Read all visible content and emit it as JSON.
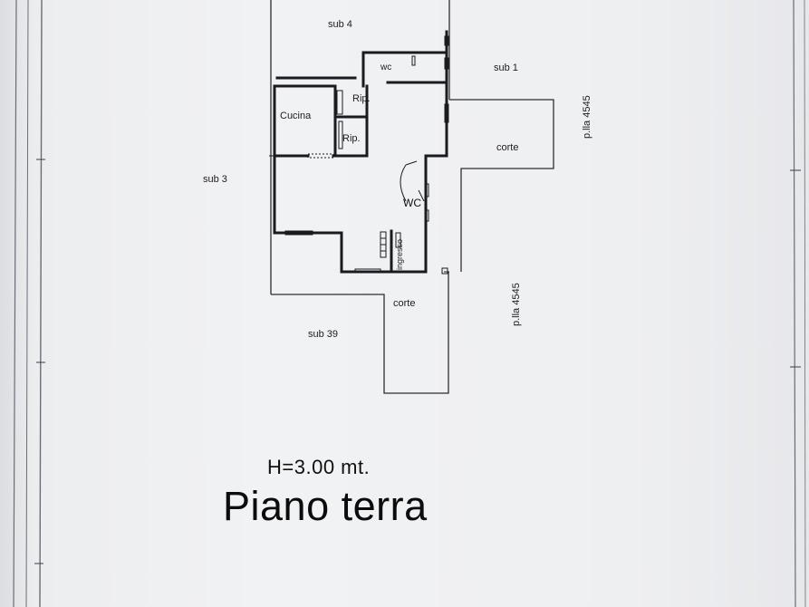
{
  "plan": {
    "labels": {
      "sub4": "sub 4",
      "sub1": "sub 1",
      "sub3": "sub 3",
      "sub39": "sub 39",
      "wc_top": "wc",
      "rip_top": "Rip.",
      "rip_bottom": "Rip.",
      "cucina": "Cucina",
      "wc_main": "WC",
      "ingresso": "ingresso",
      "corte_right": "corte",
      "corte_bottom": "corte",
      "plla_right": "p.lla 4545",
      "plla_center": "p.lla 4545"
    },
    "height_note": "H=3.00 mt.",
    "floor_title": "Piano terra"
  }
}
